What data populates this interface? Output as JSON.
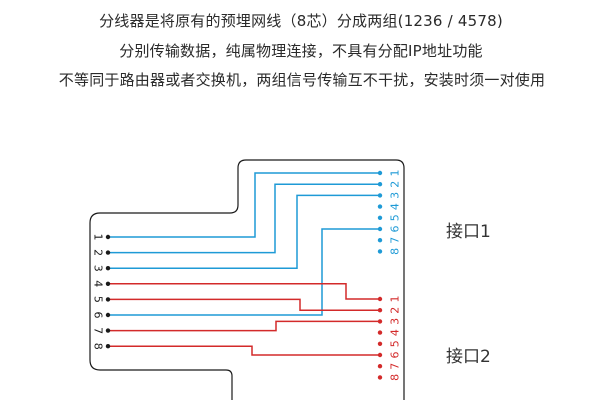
{
  "intro": {
    "line1": "分线器是将原有的预埋网线（8芯）分成两组(1236 / 4578)",
    "line2": "分别传输数据，纯属物理连接，不具有分配IP地址功能",
    "line3": "不等同于路由器或者交换机，两组信号传输互不干扰，安装时须一对使用"
  },
  "diagram": {
    "left_pins": [
      "1",
      "2",
      "3",
      "4",
      "5",
      "6",
      "7",
      "8"
    ],
    "port1": {
      "label": "接口1",
      "pins": [
        "1",
        "2",
        "3",
        "4",
        "5",
        "6",
        "7",
        "8"
      ],
      "color": "#1e9ad6",
      "wires": [
        {
          "from_pin": "1",
          "to_pin": "1"
        },
        {
          "from_pin": "2",
          "to_pin": "2"
        },
        {
          "from_pin": "3",
          "to_pin": "3"
        },
        {
          "from_pin": "6",
          "to_pin": "6"
        }
      ]
    },
    "port2": {
      "label": "接口2",
      "pins": [
        "1",
        "2",
        "3",
        "4",
        "5",
        "6",
        "7",
        "8"
      ],
      "color": "#d32a2a",
      "wires": [
        {
          "from_pin": "4",
          "to_pin": "1"
        },
        {
          "from_pin": "5",
          "to_pin": "2"
        },
        {
          "from_pin": "7",
          "to_pin": "3"
        },
        {
          "from_pin": "8",
          "to_pin": "6"
        }
      ]
    },
    "outline_color": "#1a1a1a",
    "dot_color": "#1a1a1a"
  }
}
